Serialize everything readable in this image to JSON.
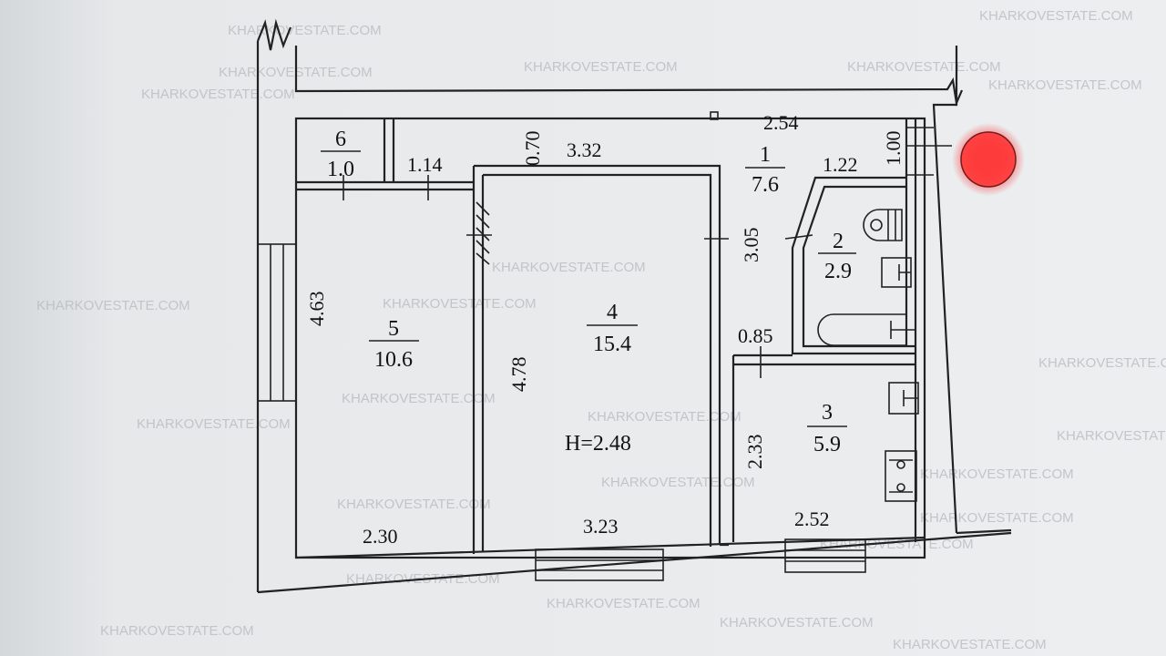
{
  "watermark": "KHARKOVESTATE.COM",
  "ceiling_height": "H=2.48",
  "rooms": [
    {
      "number": "1",
      "area": "7.6"
    },
    {
      "number": "2",
      "area": "2.9"
    },
    {
      "number": "3",
      "area": "5.9"
    },
    {
      "number": "4",
      "area": "15.4"
    },
    {
      "number": "5",
      "area": "10.6"
    },
    {
      "number": "6",
      "area": "1.0"
    }
  ],
  "dimensions": {
    "corridor_top": "2.54",
    "entrance_width": "1.00",
    "bath_top": "1.22",
    "corridor_height": "3.05",
    "corridor_narrow": "0.85",
    "kitchen_height": "2.33",
    "kitchen_width": "2.52",
    "room4_height": "4.78",
    "room4_width": "3.23",
    "room4_top": "3.32",
    "passage": "0.70",
    "storage_width": "1.14",
    "room5_height": "4.63",
    "room5_width": "2.30"
  },
  "marker_color": "#ff2a2a"
}
